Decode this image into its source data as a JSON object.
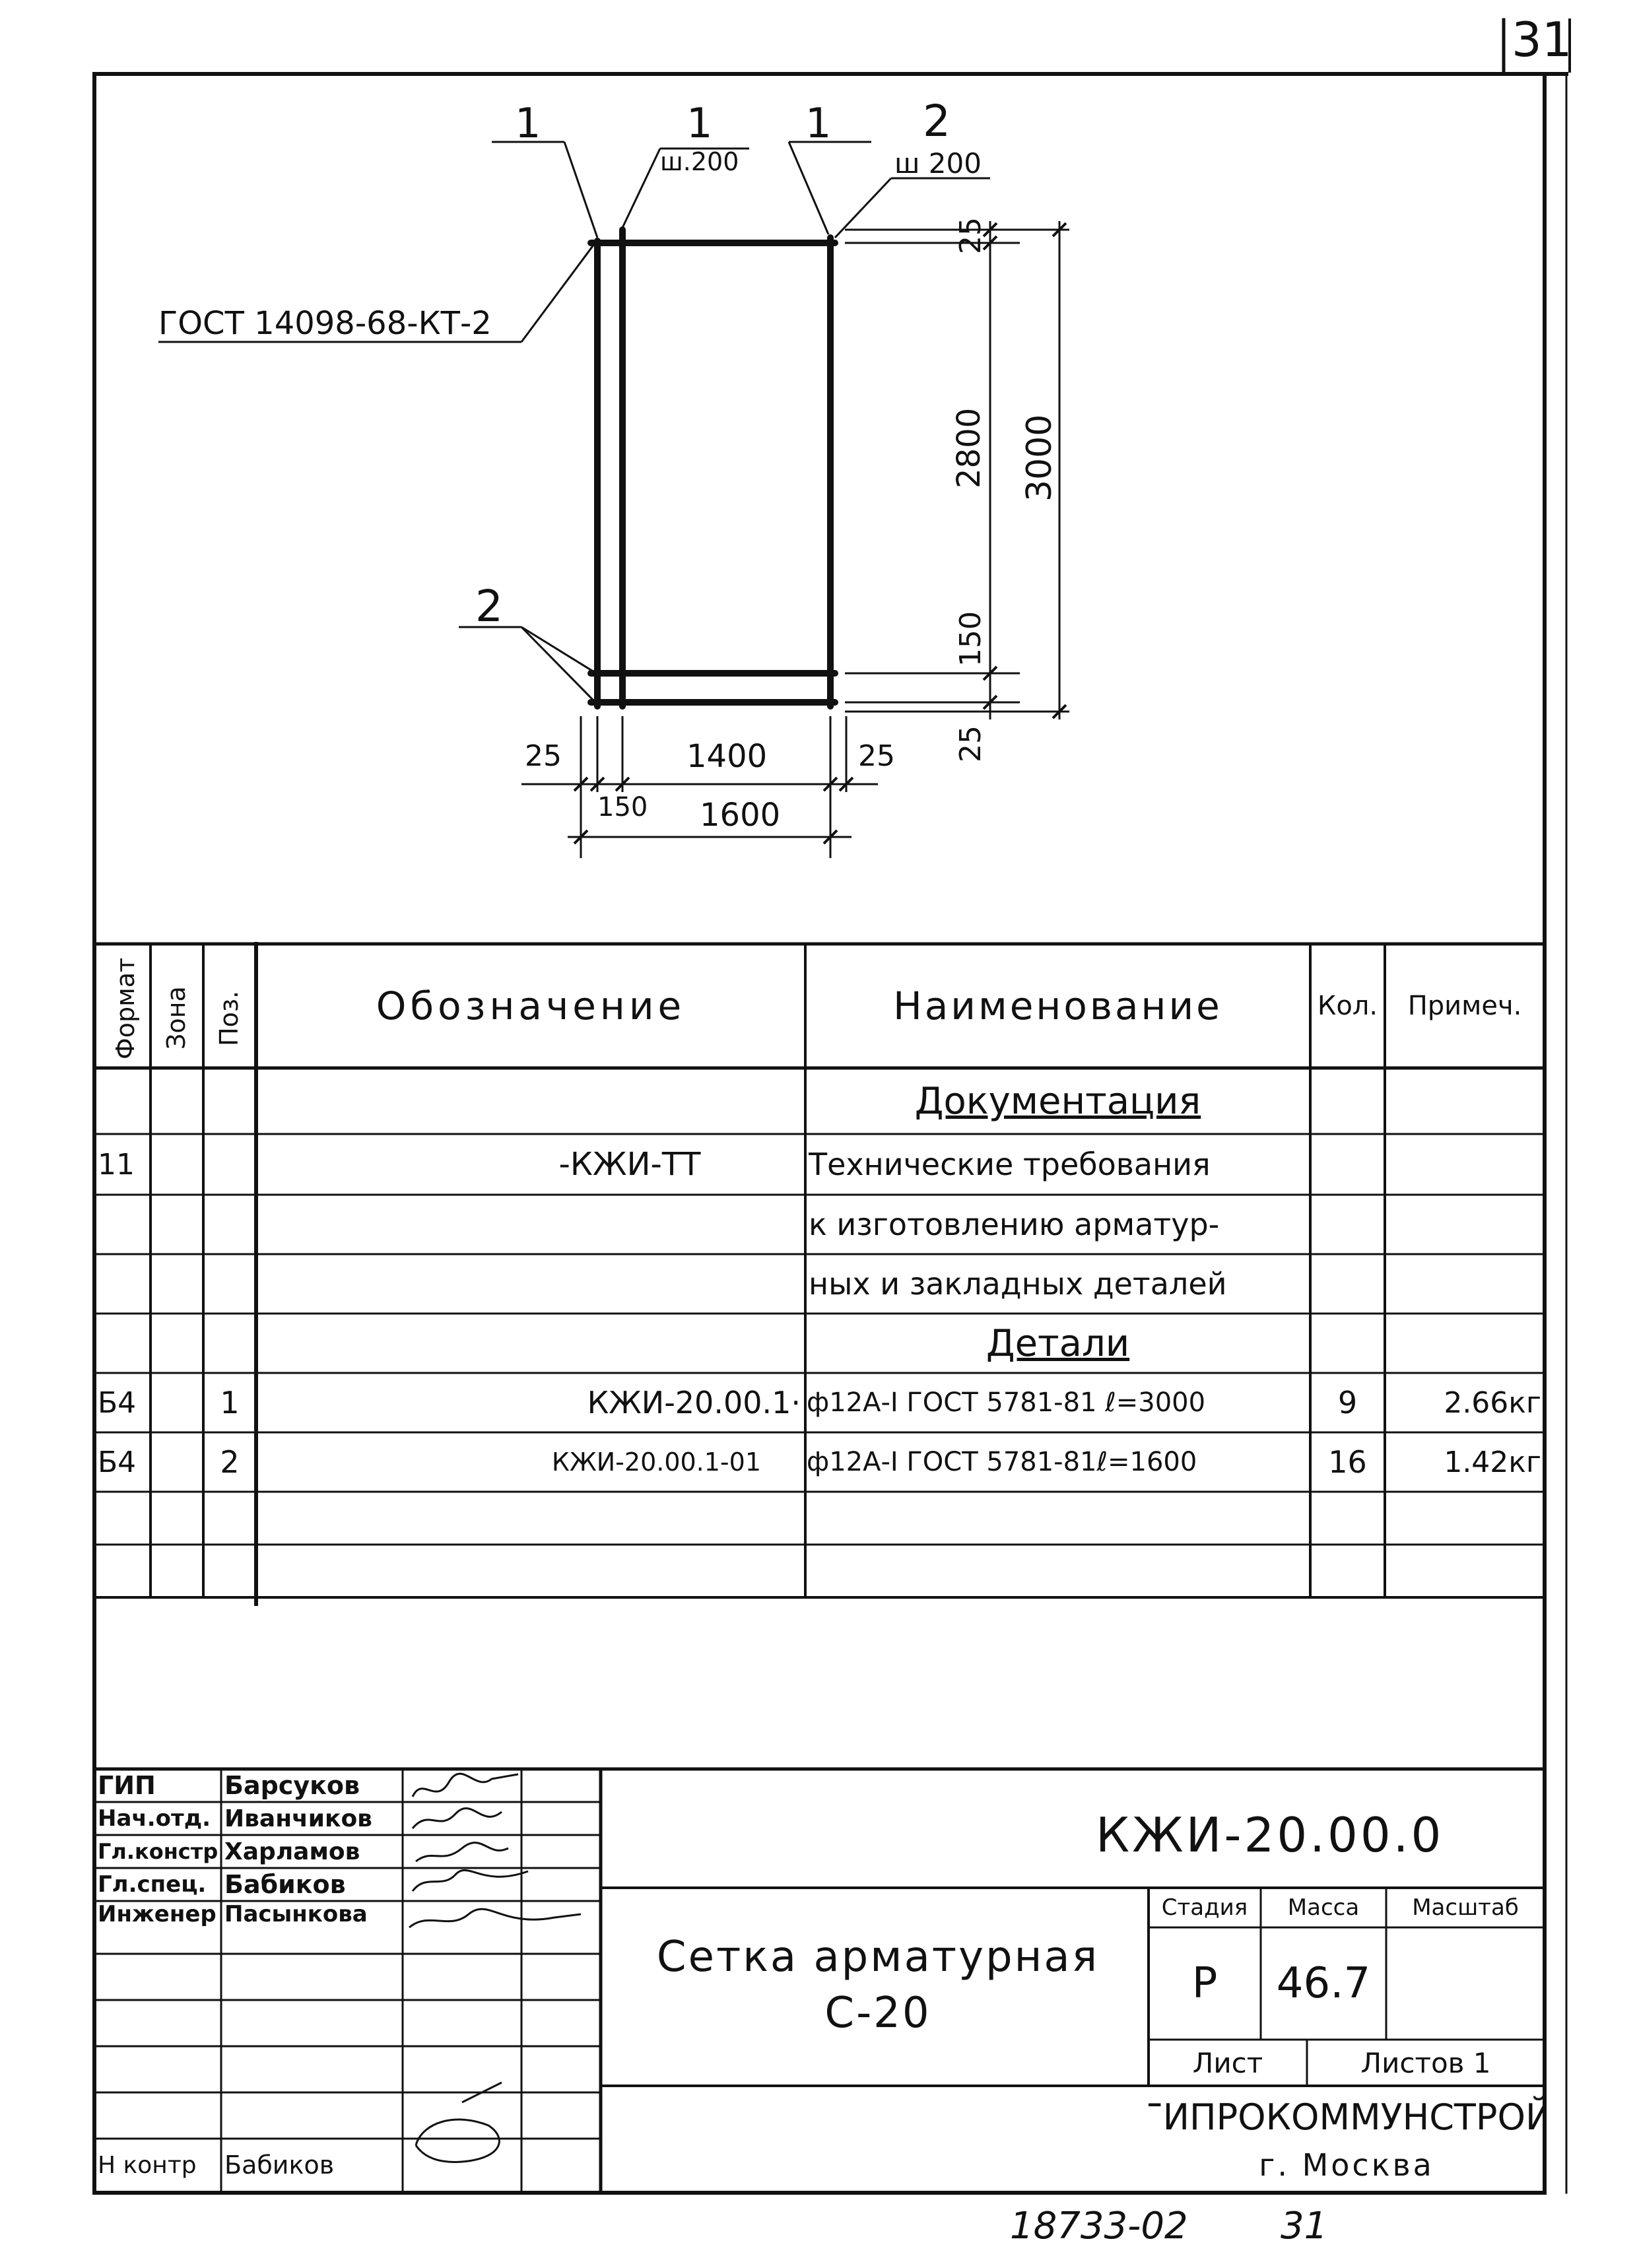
{
  "sheet_number": "31",
  "footer": {
    "doc_number": "18733-02",
    "page": "31"
  },
  "drawing": {
    "callouts": {
      "pos1_left": "1",
      "pos1_mid": "1",
      "pos1_right": "1",
      "pos2_top": "2",
      "pos2_bottom": "2",
      "step_mid": "ш.200",
      "step_right": "ш 200",
      "weld": "ГОСТ 14098-68-КТ-2"
    },
    "dims": {
      "top_offset": "25",
      "inner_height": "2800",
      "total_height": "3000",
      "bottom_gap": "150",
      "bottom_offset": "25",
      "left_offset": "25",
      "inner_width": "1400",
      "right_offset": "25",
      "left_gap": "150",
      "total_width": "1600"
    }
  },
  "spec": {
    "headers": {
      "format": "Формат",
      "zone": "Зона",
      "pos": "Поз.",
      "designation": "Обозначение",
      "name": "Наименование",
      "qty": "Кол.",
      "note": "Примеч."
    },
    "section_docs": "Документация",
    "doc_row": {
      "format": "11",
      "designation": "-КЖИ-ТТ",
      "name_lines": [
        "Технические требования",
        "к изготовлению арматур-",
        "ных и закладных деталей"
      ]
    },
    "section_parts": "Детали",
    "rows": [
      {
        "format": "Б4",
        "pos": "1",
        "designation": "КЖИ-20.00.1·",
        "name": "ф12А-I ГОСТ 5781-81 ℓ=3000",
        "qty": "9",
        "note": "2.66кг"
      },
      {
        "format": "Б4",
        "pos": "2",
        "designation": "КЖИ-20.00.1-01",
        "name": "ф12А-I ГОСТ 5781-81ℓ=1600",
        "qty": "16",
        "note": "1.42кг"
      }
    ]
  },
  "title_block": {
    "code": "КЖИ-20.00.0",
    "title_line1": "Сетка арматурная",
    "title_line2": "С-20",
    "stage_label": "Стадия",
    "mass_label": "Масса",
    "scale_label": "Масштаб",
    "stage_value": "Р",
    "mass_value": "46.7",
    "sheet_label": "Лист",
    "sheets_label": "Листов 1",
    "org_name": "ГИПРОКОММУНСТРОЙ",
    "org_city": "г. Москва",
    "signers": [
      {
        "role": "ГИП",
        "name": "Барсуков"
      },
      {
        "role": "Нач.отд.",
        "name": "Иванчиков"
      },
      {
        "role": "Гл.констр",
        "name": "Харламов"
      },
      {
        "role": "Гл.спец.",
        "name": "Бабиков"
      },
      {
        "role": "Инженер",
        "name": "Пасынкова"
      }
    ],
    "norm_control": {
      "role": "Н контр",
      "name": "Бабиков"
    }
  }
}
